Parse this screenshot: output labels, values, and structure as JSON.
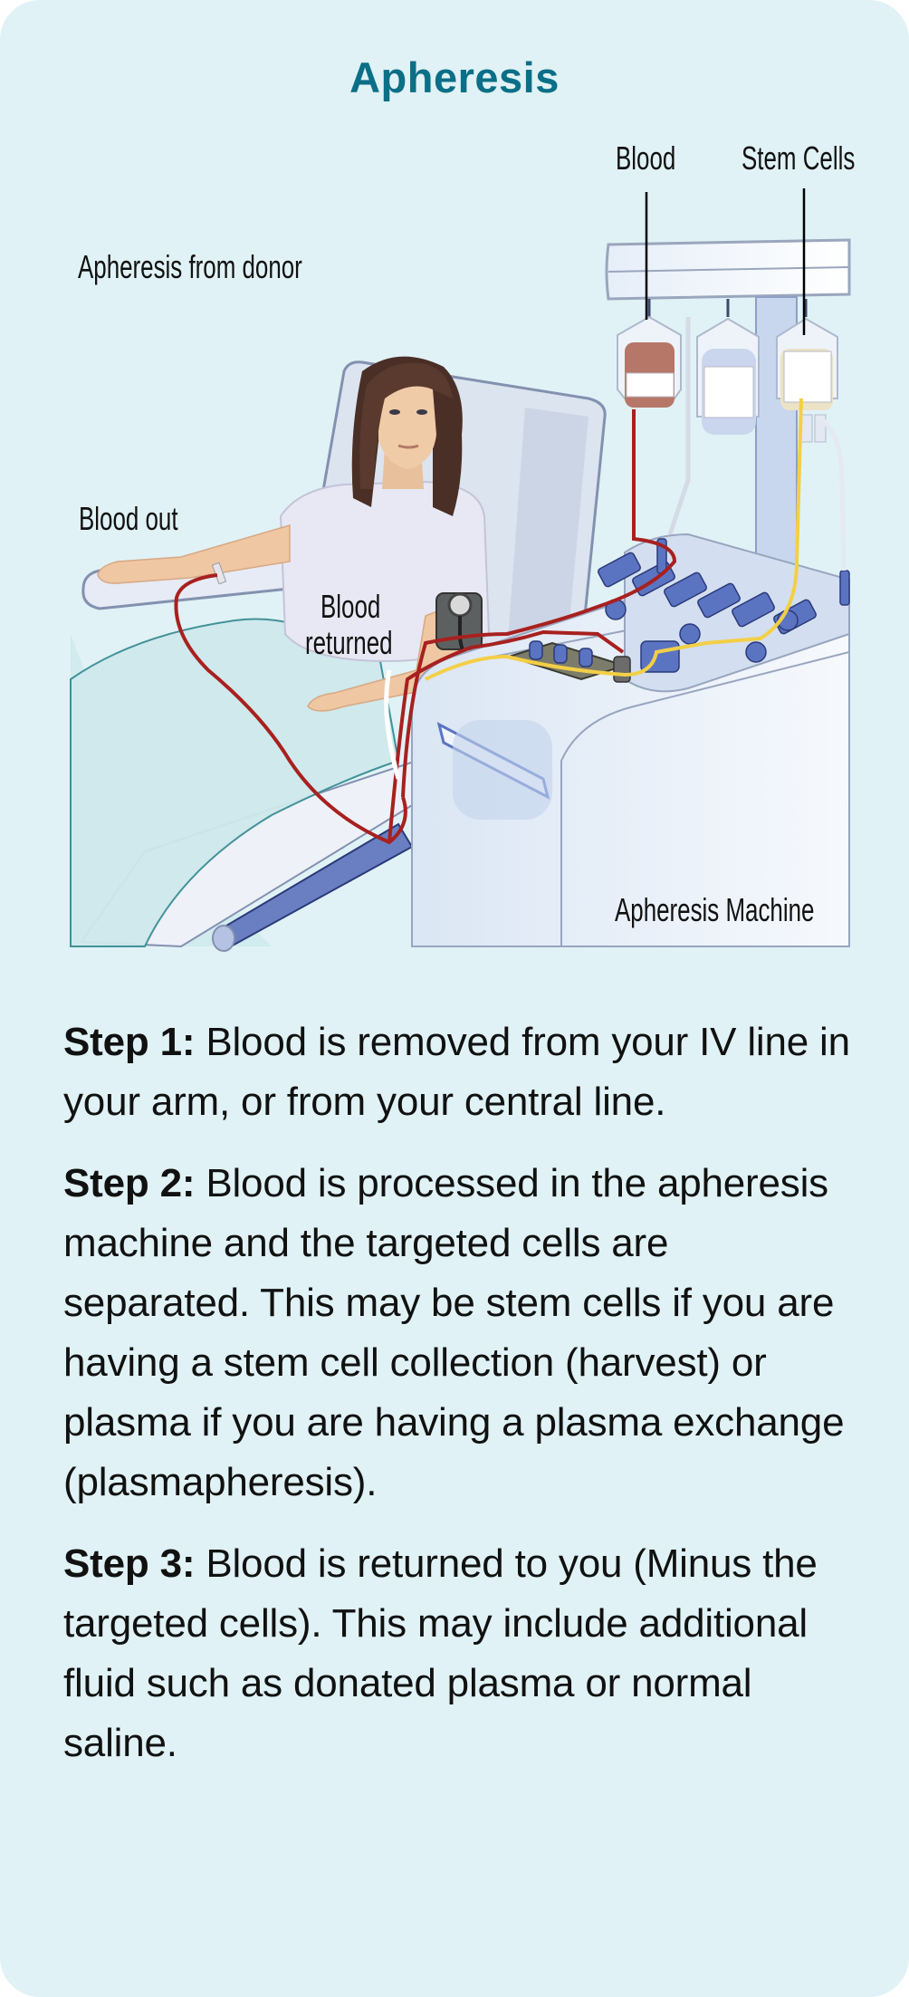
{
  "title": "Apheresis",
  "illustration": {
    "labels": {
      "source": "Apheresis from donor",
      "blood_bag": "Blood",
      "stem_cells_bag": "Stem Cells",
      "blood_out": "Blood out",
      "blood_returned_line1": "Blood",
      "blood_returned_line2": "returned",
      "machine": "Apheresis Machine"
    },
    "colors": {
      "background": "#e0f2f5",
      "title": "#0b6f87",
      "blood_line": "#a8201f",
      "stem_cell_line": "#f3cf46",
      "machine_body": "#dde7f4",
      "machine_parts": "#5b74c2"
    }
  },
  "steps": [
    {
      "label": "Step 1:",
      "text": " Blood is removed from your IV line in your arm, or from your central line."
    },
    {
      "label": "Step 2:",
      "text": " Blood is processed in the apheresis machine and the targeted cells are separated. This may be stem cells if you are having a stem cell collection (harvest) or plasma if you are having a plasma exchange (plasmapheresis)."
    },
    {
      "label": "Step 3:",
      "text": " Blood is returned to you (Minus the targeted cells). This may include additional fluid such as donated plasma or normal saline."
    }
  ]
}
